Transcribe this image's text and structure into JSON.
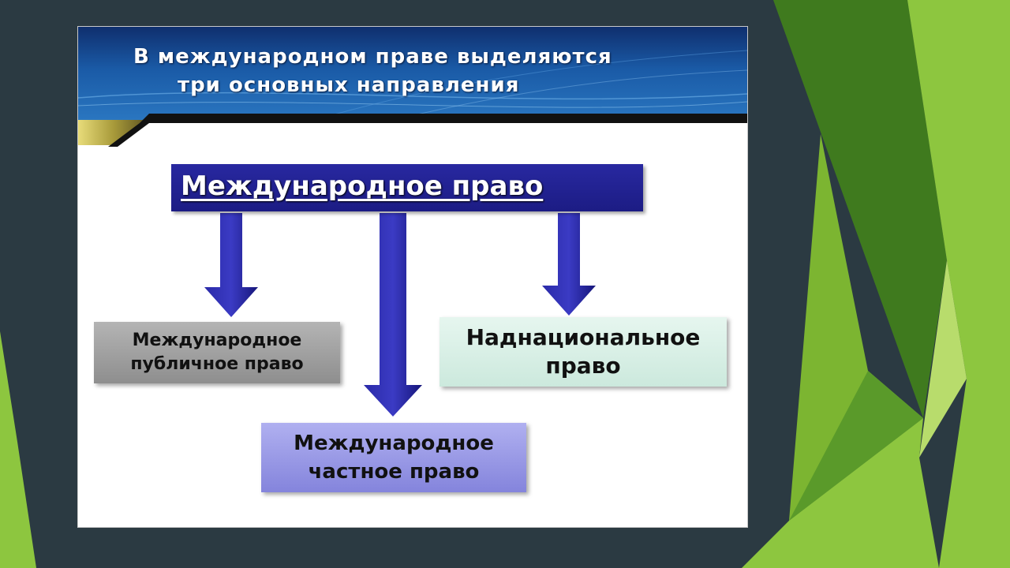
{
  "slide": {
    "title_line1": "В международном праве выделяются",
    "title_line2": "три основных направления"
  },
  "diagram": {
    "root": "Международное право",
    "branches": [
      {
        "id": "public",
        "line1": "Международное",
        "line2": "публичное право"
      },
      {
        "id": "private",
        "line1": "Международное",
        "line2": "частное право"
      },
      {
        "id": "supranational",
        "line1": "Наднациональное",
        "line2": "право"
      }
    ]
  },
  "colors": {
    "background": "#2b3a42",
    "green_light": "#8dc63f",
    "green_dark": "#3f7a1e",
    "header_blue": "#1a5aa6",
    "root_box": "#1c1c84",
    "arrow": "#1f1f8f",
    "box_public": "#9c9c9c",
    "box_private": "#9999e6",
    "box_supranational": "#d9f0e6"
  }
}
